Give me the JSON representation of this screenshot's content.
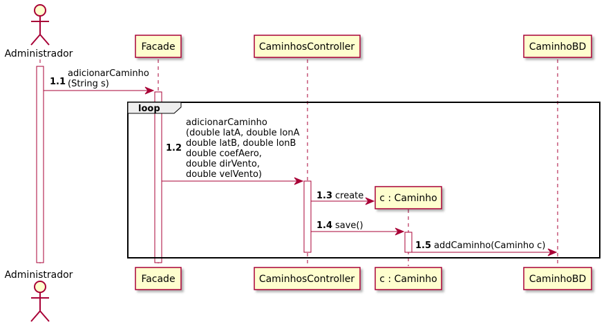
{
  "colors": {
    "box_fill": "#FEFECE",
    "border": "#A80036",
    "loop_border": "#000000",
    "loop_tab": "#EEEEEE"
  },
  "participants": {
    "admin": {
      "label": "Administrador",
      "kind": "actor"
    },
    "facade": {
      "label": "Facade",
      "kind": "participant"
    },
    "controller": {
      "label": "CaminhosController",
      "kind": "participant"
    },
    "caminho": {
      "label": "c : Caminho",
      "kind": "participant"
    },
    "bd": {
      "label": "CaminhoBD",
      "kind": "participant"
    }
  },
  "loop": {
    "label": "loop"
  },
  "messages": [
    {
      "num": "1.1",
      "lines": [
        "adicionarCaminho",
        "(String s)"
      ]
    },
    {
      "num": "1.2",
      "lines": [
        "adicionarCaminho",
        "(double latA, double lonA",
        "double latB, double lonB",
        "double coefAero,",
        "double dirVento,",
        "double velVento)"
      ]
    },
    {
      "num": "1.3",
      "lines": [
        "create"
      ]
    },
    {
      "num": "1.4",
      "lines": [
        "save()"
      ]
    },
    {
      "num": "1.5",
      "lines": [
        "addCaminho(Caminho c)"
      ]
    }
  ]
}
